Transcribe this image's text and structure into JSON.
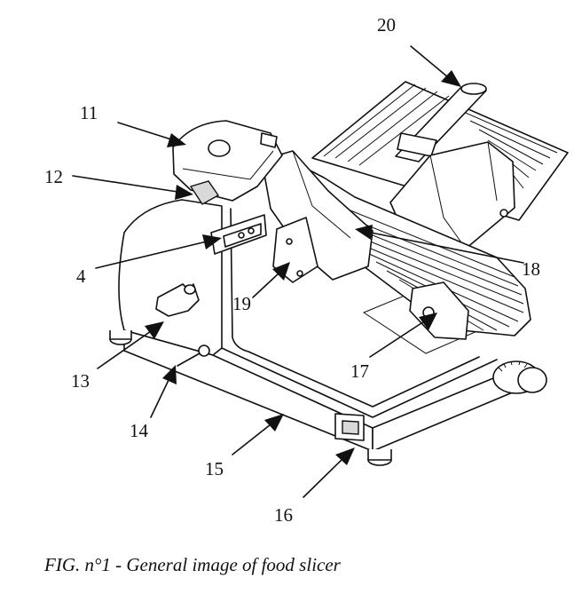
{
  "figure": {
    "caption": "FIG. n°1 - General image of food slicer"
  },
  "callouts": [
    {
      "label": "20"
    },
    {
      "label": "11"
    },
    {
      "label": "12"
    },
    {
      "label": "4"
    },
    {
      "label": "19"
    },
    {
      "label": "18"
    },
    {
      "label": "13"
    },
    {
      "label": "17"
    },
    {
      "label": "14"
    },
    {
      "label": "15"
    },
    {
      "label": "16"
    }
  ]
}
